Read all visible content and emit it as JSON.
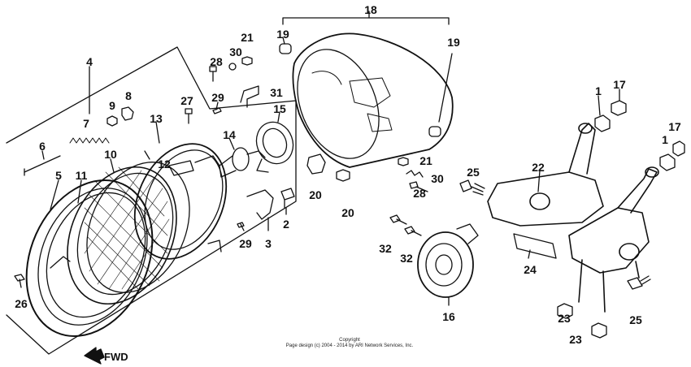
{
  "colors": {
    "ink": "#111111",
    "background": "#ffffff"
  },
  "fwd_label": "FWD",
  "copyright_line1": "Copyright",
  "copyright_line2": "Page design (c) 2004 - 2014 by ARI Network Services, Inc.",
  "labels": [
    "1",
    "1",
    "2",
    "3",
    "4",
    "5",
    "6",
    "7",
    "8",
    "9",
    "10",
    "11",
    "12",
    "13",
    "14",
    "15",
    "16",
    "17",
    "17",
    "18",
    "19",
    "19",
    "20",
    "20",
    "21",
    "21",
    "22",
    "23",
    "23",
    "24",
    "25",
    "25",
    "26",
    "27",
    "28",
    "28",
    "29",
    "29",
    "30",
    "30",
    "31",
    "32",
    "32"
  ]
}
